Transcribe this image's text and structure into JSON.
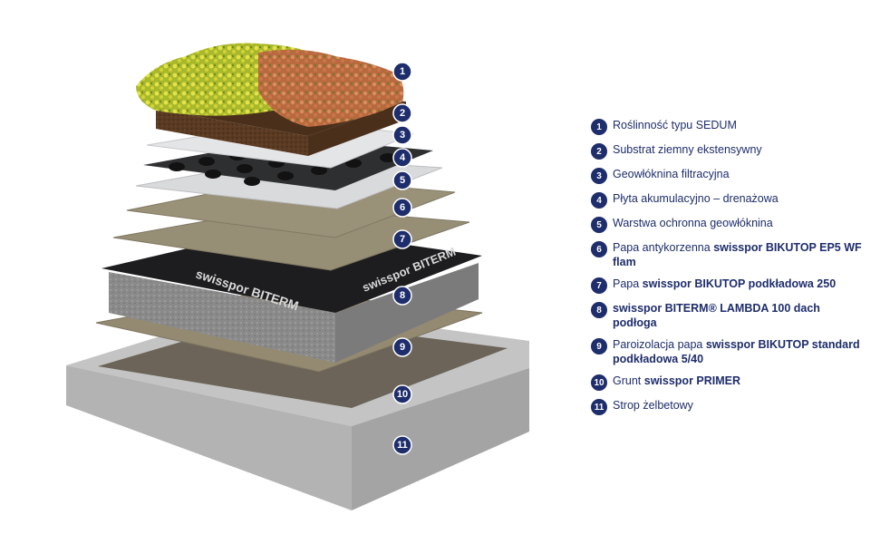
{
  "markers": [
    "1",
    "2",
    "3",
    "4",
    "5",
    "6",
    "7",
    "8",
    "9",
    "10",
    "11"
  ],
  "membrane_print": "swisspor BITERM",
  "legend": [
    {
      "num": "1",
      "plain": "Roślinność typu SEDUM",
      "bold": ""
    },
    {
      "num": "2",
      "plain": "Substrat ziemny ekstensywny",
      "bold": ""
    },
    {
      "num": "3",
      "plain": "Geowłóknina filtracyjna",
      "bold": ""
    },
    {
      "num": "4",
      "plain": "Płyta akumulacyjno – drenażowa",
      "bold": ""
    },
    {
      "num": "5",
      "plain": "Warstwa ochronna geowłóknina",
      "bold": ""
    },
    {
      "num": "6",
      "plain": "Papa antykorzenna ",
      "bold": "swisspor BIKUTOP EP5 WF flam"
    },
    {
      "num": "7",
      "plain": "Papa ",
      "bold": "swisspor BIKUTOP podkładowa 250"
    },
    {
      "num": "8",
      "plain": "",
      "bold": "swisspor BITERM® LAMBDA 100 dach podłoga"
    },
    {
      "num": "9",
      "plain": "Paroizolacja papa ",
      "bold": "swisspor BIKUTOP standard podkładowa 5/40"
    },
    {
      "num": "10",
      "plain": "Grunt ",
      "bold": "swisspor PRIMER"
    },
    {
      "num": "11",
      "plain": "Strop żelbetowy",
      "bold": ""
    }
  ]
}
